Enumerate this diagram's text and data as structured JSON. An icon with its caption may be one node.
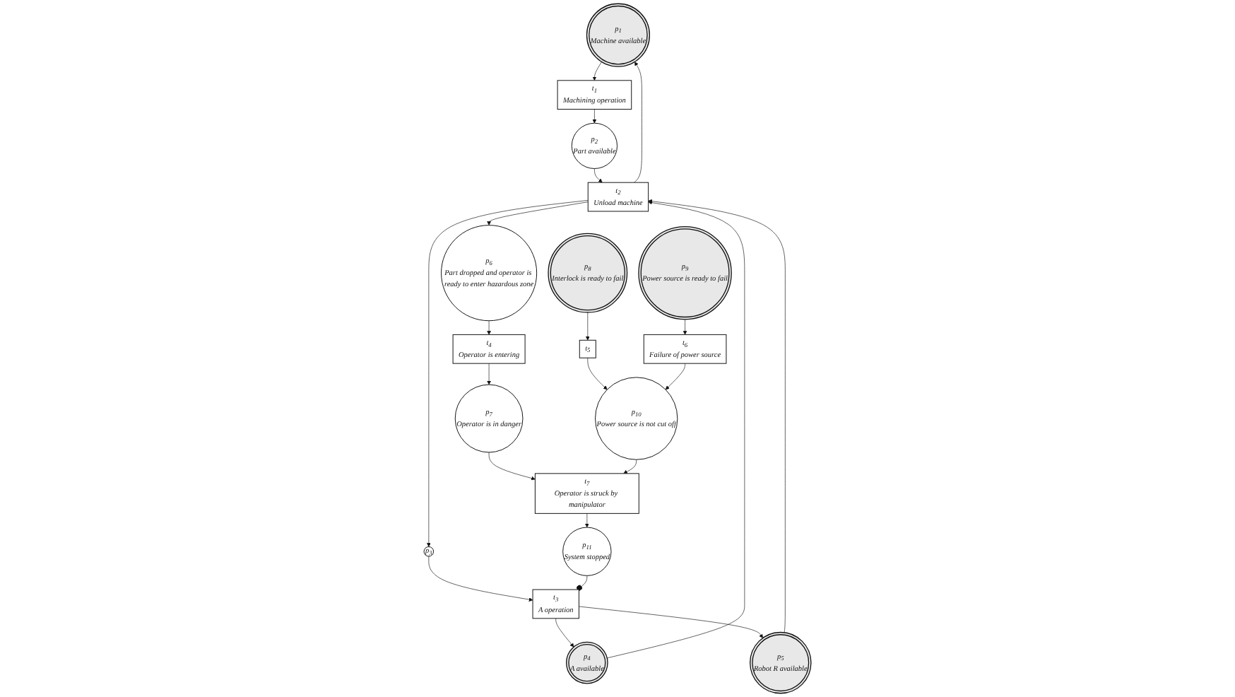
{
  "diagram": {
    "nodes": [
      {
        "text": [
          "p$_{1}$",
          "Machine available"
        ]
      },
      {
        "text": [
          "t$_{1}$",
          "Machining operation"
        ]
      },
      {
        "text": [
          "p$_{2}$",
          "Part available"
        ]
      },
      {
        "text": [
          "t$_{2}$",
          "Unload machine"
        ]
      },
      {
        "text": [
          "p$_{3}$"
        ]
      },
      {
        "text": [
          "p$_{4}$",
          "A available"
        ]
      },
      {
        "text": [
          "p$_{5}$",
          "Robot R available"
        ]
      },
      {
        "text": [
          "t$_{3}$",
          "A operation"
        ]
      },
      {
        "text": [
          "p$_{6}$",
          "Part dropped and operator is ready to enter hazardous zone"
        ]
      },
      {
        "text": [
          "t$_{4}$",
          "Operator is entering"
        ]
      },
      {
        "text": [
          "p$_{7}$",
          "Operator is in danger"
        ]
      },
      {
        "text": [
          "p$_{8}$",
          "Interlock is ready to fail"
        ]
      },
      {
        "text": [
          "p$_{9}$",
          "Power source is ready to fail"
        ]
      },
      {
        "text": [
          "t$_{5}$"
        ]
      },
      {
        "text": [
          "t$_{6}$",
          "Failure of power source"
        ]
      },
      {
        "text": [
          "p$_{10}$",
          "Power source is not cut off"
        ]
      },
      {
        "text": [
          "t$_{7}$",
          "Operator is struck by manipulator"
        ]
      },
      {
        "text": [
          "p$_{11}$",
          "System stopped"
        ]
      }
    ],
    "edges": [
      {
        "from": 0,
        "to": 1,
        "arrow": "to"
      },
      {
        "from": 1,
        "to": 2,
        "arrow": "to"
      },
      {
        "from": 2,
        "to": 3,
        "arrow": "to"
      },
      {
        "from": 3,
        "to": 0,
        "arrow": "to"
      },
      {
        "from": 3,
        "to": 8,
        "arrow": "to"
      },
      {
        "from": 3,
        "to": 4,
        "arrow": "to"
      },
      {
        "from": 5,
        "to": 3,
        "arrow": "to"
      },
      {
        "from": 6,
        "to": 3,
        "arrow": "to"
      },
      {
        "from": 4,
        "to": 7,
        "arrow": "to"
      },
      {
        "from": 7,
        "to": 5,
        "arrow": "to"
      },
      {
        "from": 7,
        "to": 6,
        "arrow": "to"
      },
      {
        "from": 8,
        "to": 9,
        "arrow": "to"
      },
      {
        "from": 9,
        "to": 10,
        "arrow": "to"
      },
      {
        "from": 11,
        "to": 13,
        "arrow": "to"
      },
      {
        "from": 12,
        "to": 14,
        "arrow": "to"
      },
      {
        "from": 13,
        "to": 15,
        "arrow": "to"
      },
      {
        "from": 14,
        "to": 15,
        "arrow": "to"
      },
      {
        "from": 10,
        "to": 16,
        "arrow": "to"
      },
      {
        "from": 15,
        "to": 16,
        "arrow": "to"
      },
      {
        "from": 16,
        "to": 17,
        "arrow": "to"
      },
      {
        "from": 17,
        "to": 7,
        "arrow": "other"
      }
    ]
  }
}
